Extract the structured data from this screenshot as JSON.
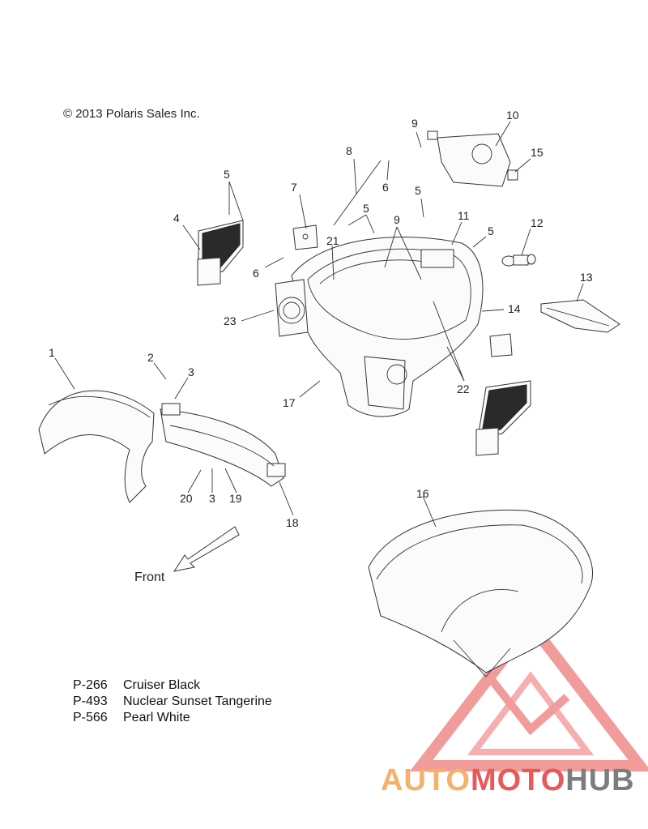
{
  "copyright": "© 2013 Polaris Sales Inc.",
  "front_label": "Front",
  "colors": [
    {
      "code": "P-266",
      "name": "Cruiser Black"
    },
    {
      "code": "P-493",
      "name": "Nuclear Sunset Tangerine"
    },
    {
      "code": "P-566",
      "name": "Pearl White"
    }
  ],
  "callouts": {
    "c1": "1",
    "c2": "2",
    "c3a": "3",
    "c3b": "3",
    "c4": "4",
    "c5a": "5",
    "c5b": "5",
    "c5c": "5",
    "c5d": "5",
    "c6a": "6",
    "c6b": "6",
    "c7": "7",
    "c8": "8",
    "c9a": "9",
    "c9b": "9",
    "c10": "10",
    "c11": "11",
    "c12": "12",
    "c13": "13",
    "c14": "14",
    "c15": "15",
    "c16": "16",
    "c17": "17",
    "c18": "18",
    "c19": "19",
    "c20": "20",
    "c21": "21",
    "c22": "22",
    "c23": "23"
  },
  "watermark": {
    "part1": "AUTO",
    "part2": "MOTO",
    "part3": "HUB",
    "color_orange": "#f5b06a",
    "color_red": "#e85a5a",
    "color_grey": "#7d7d7d"
  }
}
